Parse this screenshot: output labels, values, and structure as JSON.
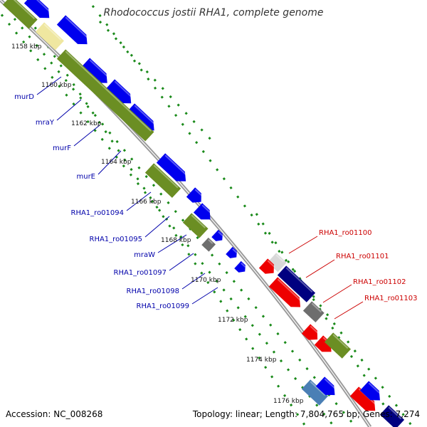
{
  "title": "Rhodococcus jostii RHA1, complete genome",
  "footer": {
    "accession": "Accession: NC_008268",
    "topology": "Topology: linear; Length: 7,804,765 bp; Genes: 7,274"
  },
  "kbp_labels": [
    "1158 kbp",
    "1160 kbp",
    "1162 kbp",
    "1164 kbp",
    "1166 kbp",
    "1168 kbp",
    "1170 kbp",
    "1172 kbp",
    "1174 kbp",
    "1176 kbp"
  ],
  "gene_labels": {
    "left": [
      "murD",
      "mraY",
      "murF",
      "murE",
      "RHA1_ro01094",
      "RHA1_ro01095",
      "mraW",
      "RHA1_ro01097",
      "RHA1_ro01098",
      "RHA1_ro01099"
    ],
    "right": [
      "RHA1_ro01100",
      "RHA1_ro01101",
      "RHA1_ro01102",
      "RHA1_ro01103"
    ]
  },
  "colors": {
    "forward_cds": "#0000ee",
    "reverse_cds": "#ee0000",
    "function_green": "#6b8e23",
    "highlight_yellow": "#efe7a0",
    "navy": "#000080",
    "gray": "#6e6e6e",
    "backbone": "#9a9a9a",
    "dots": "#1a8a1a",
    "label_blue": "#0000aa",
    "label_red": "#cc0000"
  },
  "icons": [
    "gene-arrow",
    "genome-backbone",
    "dotted-track"
  ]
}
